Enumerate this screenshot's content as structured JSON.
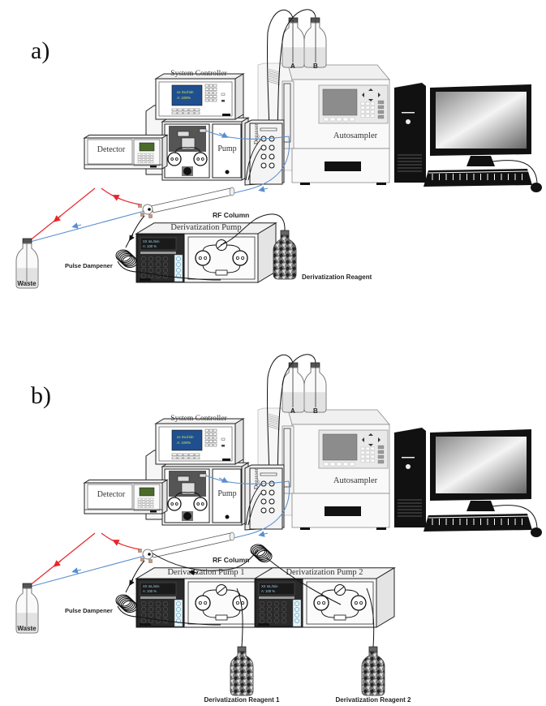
{
  "colors": {
    "waste_line": "#e8262b",
    "mobile_phase_line": "#5b8fcf",
    "reagent_line": "#111111",
    "controller_screen": "#1f4f8f",
    "controller_screen_text": "#d8e84a",
    "deriv_screen_text": "#9fd4ee",
    "detector_screen": "#4b6b2a"
  },
  "panels": [
    {
      "label": "a)",
      "system_controller": {
        "title": "System Controller",
        "screen_line1": "xx mL/min",
        "screen_line2": "A: 100%"
      },
      "detector": {
        "title": "Detector"
      },
      "pump": {
        "title": "Pump"
      },
      "degasser": {
        "title": "Degasser"
      },
      "autosampler": {
        "title": "Autosampler"
      },
      "bottles": [
        "A",
        "B"
      ],
      "column": {
        "title": "RF Column"
      },
      "waste": {
        "title": "Waste"
      },
      "pulse_dampener": {
        "title": "Pulse Dampener"
      },
      "derivatization_pumps": [
        {
          "title": "Derivatization Pump",
          "screen_line1": "XX mL/min",
          "screen_line2": "A: 100 %"
        }
      ],
      "reagents": [
        {
          "title": "Derivatization Reagent"
        }
      ]
    },
    {
      "label": "b)",
      "system_controller": {
        "title": "System Controller",
        "screen_line1": "xx mL/min",
        "screen_line2": "A: 100%"
      },
      "detector": {
        "title": "Detector"
      },
      "pump": {
        "title": "Pump"
      },
      "degasser": {
        "title": "Degasser"
      },
      "autosampler": {
        "title": "Autosampler"
      },
      "bottles": [
        "A",
        "B"
      ],
      "column": {
        "title": "RF Column"
      },
      "waste": {
        "title": "Waste"
      },
      "pulse_dampener": {
        "title": "Pulse Dampener"
      },
      "derivatization_pumps": [
        {
          "title": "Derivatization Pump 1",
          "screen_line1": "XX mL/min",
          "screen_line2": "A: 100 %"
        },
        {
          "title": "Derivatization Pump 2",
          "screen_line1": "XX mL/min",
          "screen_line2": "A: 100 %"
        }
      ],
      "reagents": [
        {
          "title": "Derivatization Reagent 1"
        },
        {
          "title": "Derivatization Reagent 2"
        }
      ]
    }
  ]
}
